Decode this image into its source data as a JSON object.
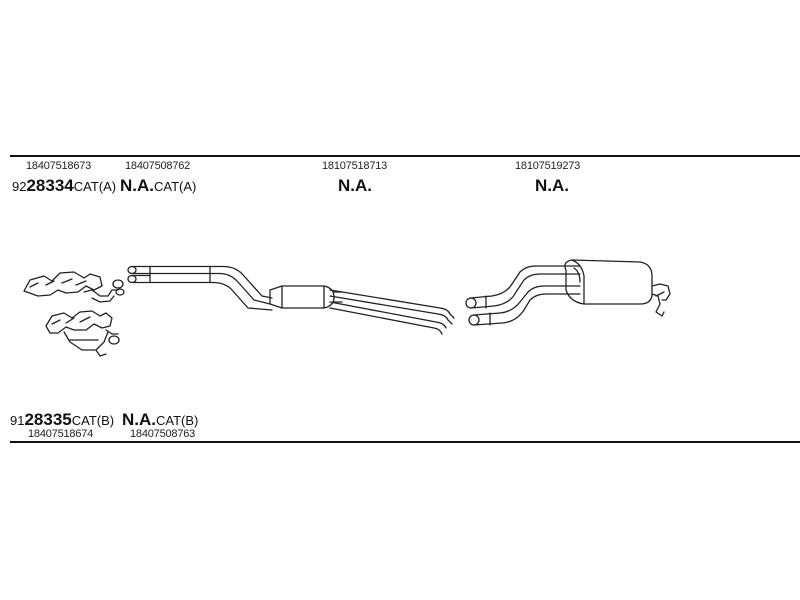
{
  "top_row": {
    "part_numbers": [
      "18407518673",
      "18407508762",
      "18107518713",
      "18107519273"
    ],
    "code": {
      "prefix": "92",
      "number": "28334",
      "suffix": "CAT(A)"
    },
    "na_cat": {
      "text": "N.A.",
      "suffix": "CAT(A)"
    },
    "na_mid": "N.A.",
    "na_rear": "N.A."
  },
  "bottom_row": {
    "part_numbers": [
      "18407518674",
      "18407508763"
    ],
    "code": {
      "prefix": "91",
      "number": "28335",
      "suffix": "CAT(B)"
    },
    "na_cat": {
      "text": "N.A.",
      "suffix": "CAT(B)"
    }
  }
}
